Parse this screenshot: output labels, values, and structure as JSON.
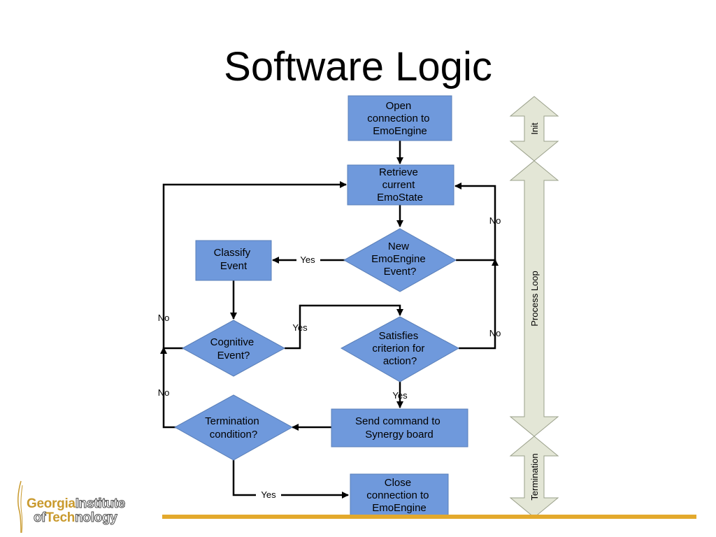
{
  "title": "Software Logic",
  "colors": {
    "node_fill": "#6f99dc",
    "node_stroke": "#5a7fb8",
    "arrow_fill": "#e3e6d6",
    "arrow_stroke": "#9aa08a",
    "gold": "#e3a92c"
  },
  "nodes": {
    "open": [
      "Open",
      "connection to",
      "EmoEngine"
    ],
    "retrieve": [
      "Retrieve",
      "current",
      "EmoState"
    ],
    "new_event": [
      "New",
      "EmoEngine",
      "Event?"
    ],
    "classify": [
      "Classify",
      "Event"
    ],
    "cognitive": [
      "Cognitive",
      "Event?"
    ],
    "satisfies": [
      "Satisfies",
      "criterion for",
      "action?"
    ],
    "send": [
      "Send command to",
      "Synergy board"
    ],
    "termination": [
      "Termination",
      "condition?"
    ],
    "close": [
      "Close",
      "connection to",
      "EmoEngine"
    ]
  },
  "edge_labels": {
    "new_no": "No",
    "new_yes": "Yes",
    "cognitive_no": "No",
    "cognitive_yes": "Yes",
    "satisfies_no": "No",
    "satisfies_yes": "Yes",
    "termination_no": "No",
    "termination_yes": "Yes"
  },
  "phases": {
    "init": "Init",
    "process": "Process Loop",
    "termination": "Termination"
  },
  "logo": {
    "georgia": "Georgia",
    "institute": "Institute",
    "of": "of",
    "tech": "Tech",
    "nology": "nology"
  }
}
